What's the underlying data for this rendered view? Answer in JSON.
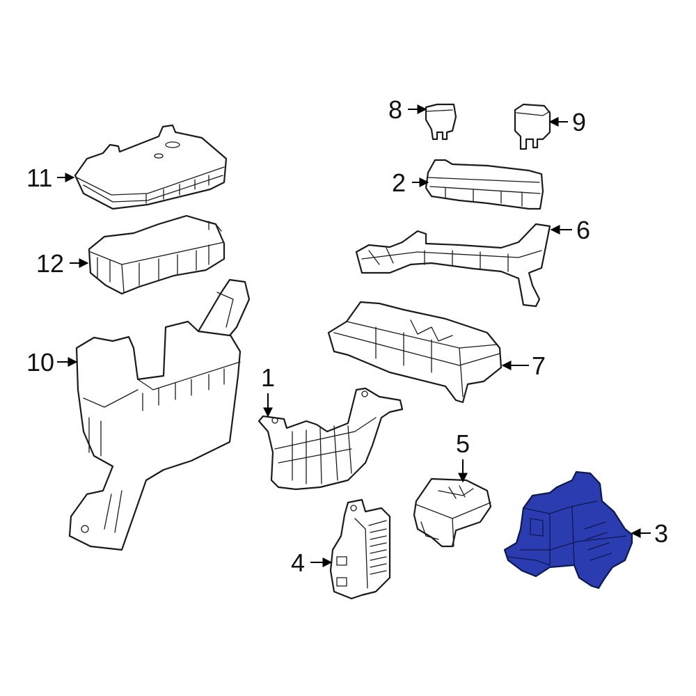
{
  "colors": {
    "outline": "#1a1a1a",
    "highlight": "#2b3bb0",
    "background": "#ffffff"
  },
  "callouts": {
    "c1": "1",
    "c2": "2",
    "c3": "3",
    "c4": "4",
    "c5": "5",
    "c6": "6",
    "c7": "7",
    "c8": "8",
    "c9": "9",
    "c10": "10",
    "c11": "11",
    "c12": "12"
  },
  "highlighted_part": "3"
}
